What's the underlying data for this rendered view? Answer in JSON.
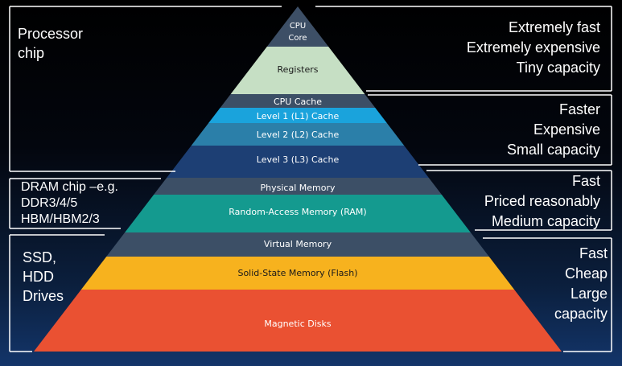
{
  "pyramid_layers": [
    {
      "id": "cpu-core",
      "label_lines": [
        "CPU",
        "Core"
      ],
      "color": "#3d4f66"
    },
    {
      "id": "registers",
      "label_lines": [
        "Registers"
      ],
      "color": "#c6dfc4"
    },
    {
      "id": "cpu-cache",
      "label_lines": [
        "CPU Cache"
      ],
      "color": "#3c4f66"
    },
    {
      "id": "l1-cache",
      "label_lines": [
        "Level 1 (L1) Cache"
      ],
      "color": "#1aa3dc"
    },
    {
      "id": "l2-cache",
      "label_lines": [
        "Level 2 (L2) Cache"
      ],
      "color": "#2b7fa9"
    },
    {
      "id": "l3-cache",
      "label_lines": [
        "Level 3 (L3) Cache"
      ],
      "color": "#1d3f74"
    },
    {
      "id": "physical-memory",
      "label_lines": [
        "Physical Memory"
      ],
      "color": "#3c4f66"
    },
    {
      "id": "ram",
      "label_lines": [
        "Random-Access Memory (RAM)"
      ],
      "color": "#149a8f"
    },
    {
      "id": "virtual-memory",
      "label_lines": [
        "Virtual Memory"
      ],
      "color": "#3c4f66"
    },
    {
      "id": "flash",
      "label_lines": [
        "Solid-State Memory (Flash)"
      ],
      "color": "#f7b21e"
    },
    {
      "id": "magnetic-disks",
      "label_lines": [
        "Magnetic Disks"
      ],
      "color": "#ea5132"
    }
  ],
  "left_groups": [
    {
      "id": "processor-chip",
      "lines": [
        "Processor",
        "chip"
      ]
    },
    {
      "id": "dram-chip",
      "lines": [
        "DRAM chip –e.g.",
        "DDR3/4/5",
        "HBM/HBM2/3"
      ]
    },
    {
      "id": "storage-drives",
      "lines": [
        "SSD,",
        "HDD",
        "Drives"
      ]
    }
  ],
  "right_groups": [
    {
      "id": "tier-1",
      "lines": [
        "Extremely fast",
        "Extremely expensive",
        "Tiny capacity"
      ]
    },
    {
      "id": "tier-2",
      "lines": [
        "Faster",
        "Expensive",
        "Small capacity"
      ]
    },
    {
      "id": "tier-3",
      "lines": [
        "Fast",
        "Priced reasonably",
        "Medium capacity"
      ]
    },
    {
      "id": "tier-4",
      "lines": [
        "Fast",
        "Cheap",
        "Large",
        "capacity"
      ]
    }
  ],
  "colors": {
    "text": "#ffffff",
    "bracket": "#ffffff",
    "layer_text_dark": "#1a1a1a"
  }
}
